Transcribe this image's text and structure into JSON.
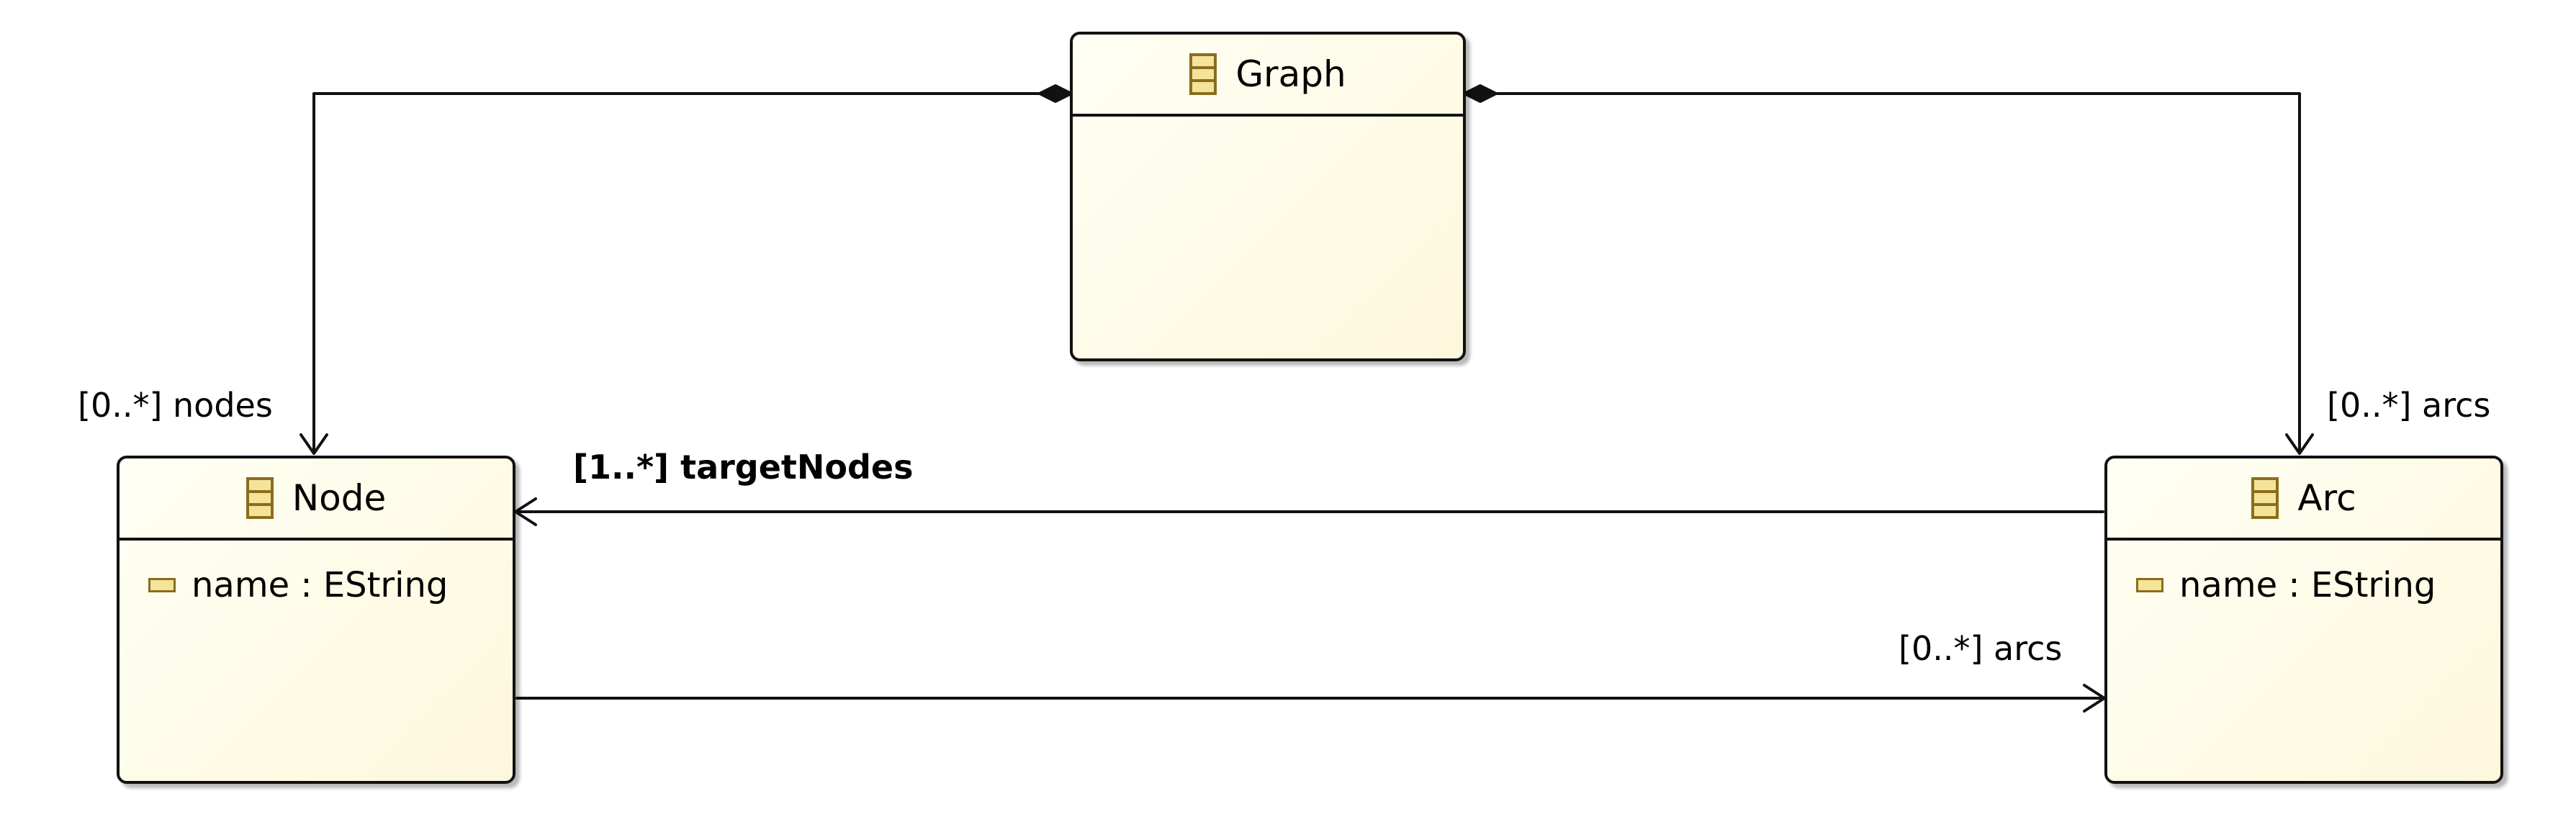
{
  "classes": {
    "graph": {
      "name": "Graph"
    },
    "node": {
      "name": "Node",
      "attributes": [
        "name : EString"
      ]
    },
    "arc": {
      "name": "Arc",
      "attributes": [
        "name : EString"
      ]
    }
  },
  "associations": {
    "graph_nodes": {
      "label": "[0..*] nodes",
      "kind": "composition"
    },
    "graph_arcs": {
      "label": "[0..*] arcs",
      "kind": "composition"
    },
    "arc_targetNodes": {
      "label": "[1..*] targetNodes",
      "kind": "reference"
    },
    "node_arcs": {
      "label": "[0..*] arcs",
      "kind": "reference"
    }
  },
  "colors": {
    "class_fill": "#fdf7dc",
    "class_icon": "#8a6d1c",
    "line": "#111111"
  }
}
